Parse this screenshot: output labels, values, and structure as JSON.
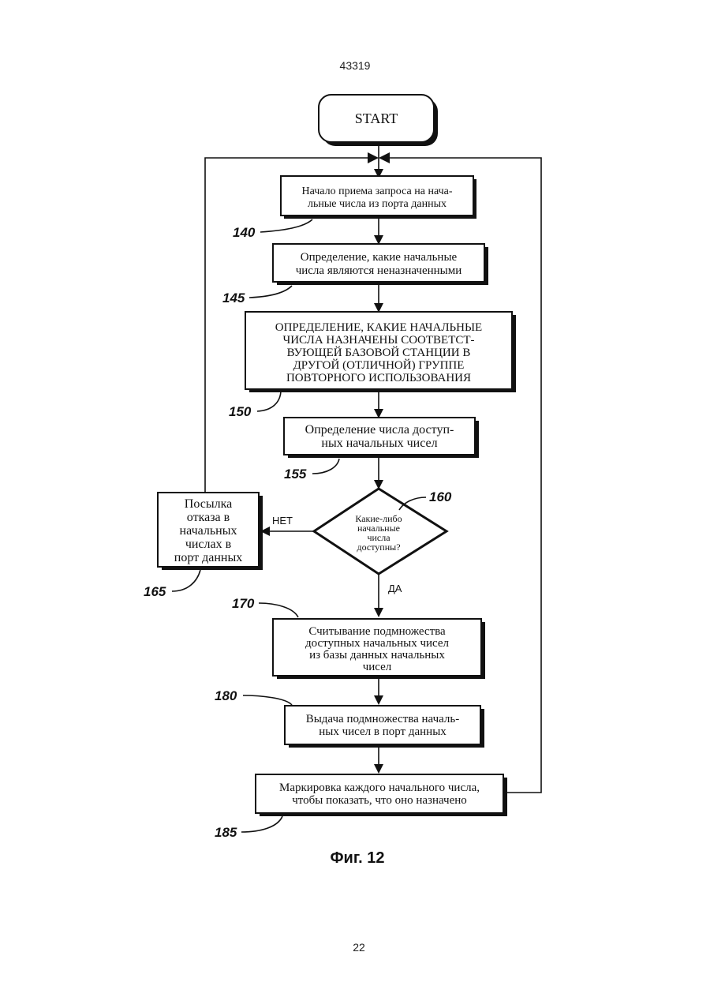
{
  "page": {
    "doc_number": "43319",
    "page_number": "22",
    "caption": "Фиг. 12"
  },
  "steps": {
    "start": "START",
    "s140": [
      "Начало приема запроса на нача-",
      "льные числа из порта данных"
    ],
    "s145": [
      "Определение, какие начальные",
      "числа являются неназначенными"
    ],
    "s150": [
      "ОПРЕДЕЛЕНИЕ, КАКИЕ НАЧАЛЬНЫЕ",
      "ЧИСЛА НАЗНАЧЕНЫ СООТВЕТСТ-",
      "ВУЮЩЕЙ БАЗОВОЙ СТАНЦИИ В",
      "ДРУГОЙ (ОТЛИЧНОЙ) ГРУППЕ",
      "ПОВТОРНОГО ИСПОЛЬЗОВАНИЯ"
    ],
    "s155": [
      "Определение числа доступ-",
      "ных начальных чисел"
    ],
    "s160": [
      "Какие-либо",
      "начальные",
      "числа",
      "доступны?"
    ],
    "s165": [
      "Посылка",
      "отказа в",
      "начальных",
      "числах в",
      "порт данных"
    ],
    "s170": [
      "Считывание подмножества",
      "доступных начальных чисел",
      "из базы данных начальных",
      "чисел"
    ],
    "s180": [
      "Выдача подмножества началь-",
      "ных чисел в порт данных"
    ],
    "s185": [
      "Маркировка каждого начального числа,",
      "чтобы показать, что оно назначено"
    ]
  },
  "branches": {
    "no": "НЕТ",
    "yes": "ДА"
  },
  "refs": {
    "r140": "140",
    "r145": "145",
    "r150": "150",
    "r155": "155",
    "r160": "160",
    "r165": "165",
    "r170": "170",
    "r180": "180",
    "r185": "185"
  }
}
